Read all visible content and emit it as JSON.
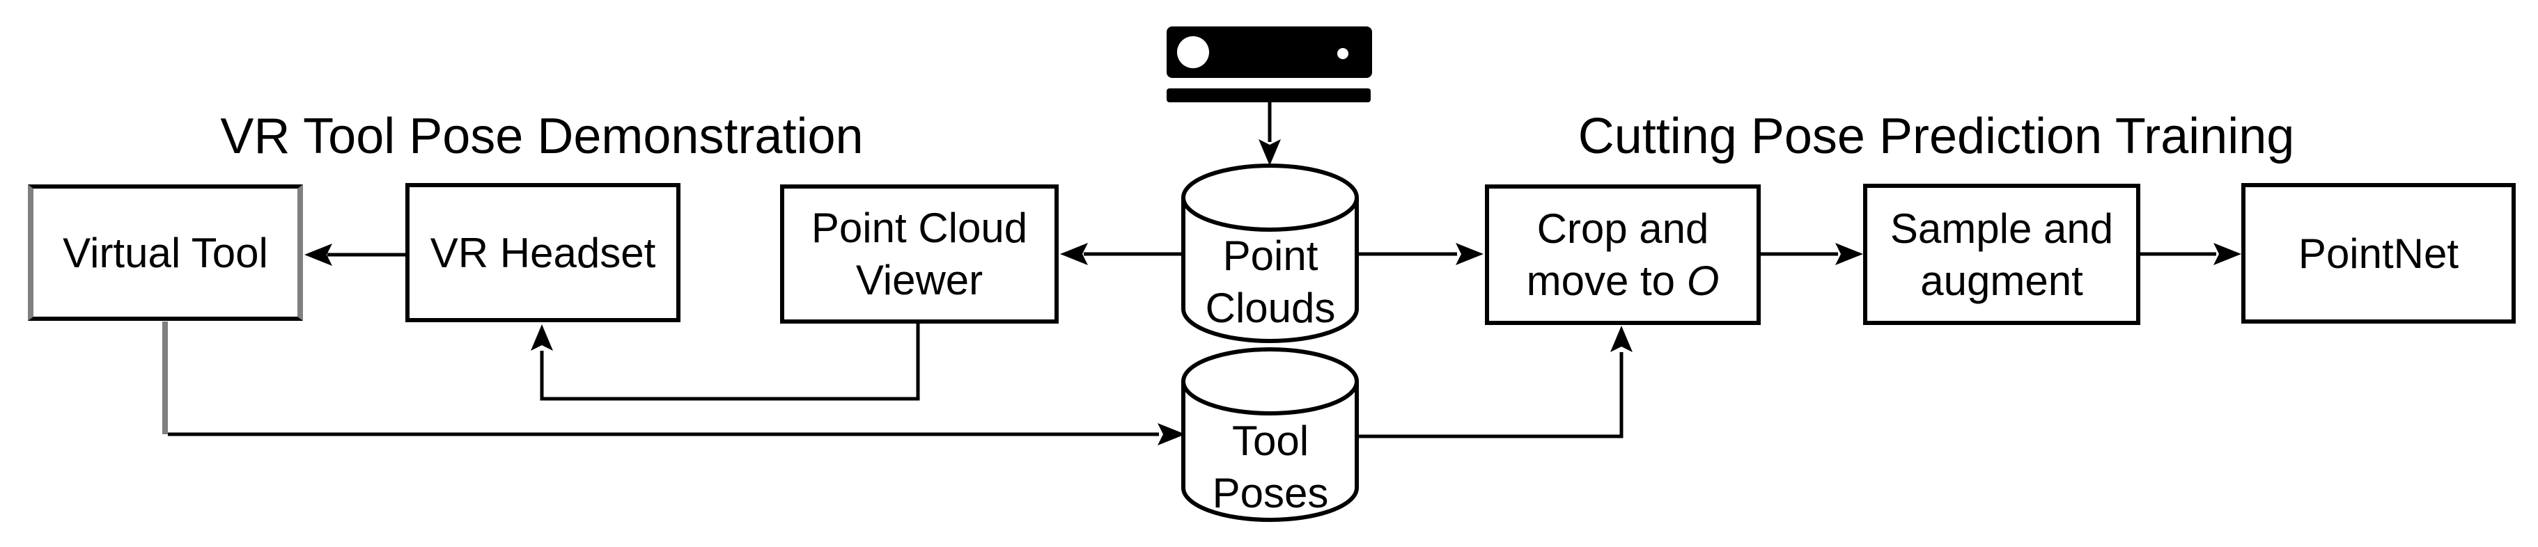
{
  "titles": {
    "left": "VR Tool Pose Demonstration",
    "right": "Cutting Pose Prediction Training"
  },
  "nodes": {
    "virtual_tool": {
      "label": "Virtual Tool"
    },
    "vr_headset": {
      "label": "VR Headset"
    },
    "point_cloud_viewer": {
      "line1": "Point Cloud",
      "line2": "Viewer"
    },
    "crop_move": {
      "line1": "Crop and",
      "line2_prefix": "move to ",
      "line2_symbol": "O"
    },
    "sample_augment": {
      "line1": "Sample and",
      "line2": "augment"
    },
    "pointnet": {
      "label": "PointNet"
    }
  },
  "databases": {
    "point_clouds": {
      "line1": "Point",
      "line2": "Clouds"
    },
    "tool_poses": {
      "line1": "Tool",
      "line2": "Poses"
    }
  },
  "icons": {
    "sensor": "kinect-depth-sensor-icon"
  },
  "colors": {
    "stroke": "#000000",
    "accent_gray": "#808080",
    "background": "#ffffff"
  }
}
